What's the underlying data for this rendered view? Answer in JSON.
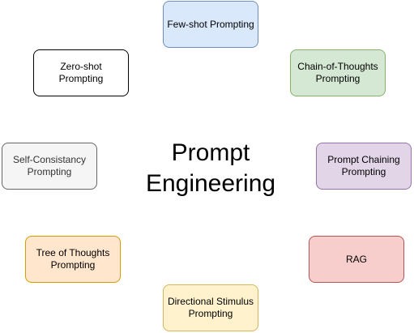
{
  "diagram": {
    "title_line1": "Prompt",
    "title_line2": "Engineering",
    "nodes": [
      {
        "id": "few-shot",
        "label": "Few-shot Prompting",
        "fill": "#dae8fc",
        "stroke": "#6c8ebf"
      },
      {
        "id": "zero-shot",
        "label": "Zero-shot Prompting",
        "fill": "#ffffff",
        "stroke": "#000000"
      },
      {
        "id": "chain",
        "label": "Chain-of-Thoughts Prompting",
        "fill": "#d5e8d4",
        "stroke": "#82b366"
      },
      {
        "id": "self",
        "label": "Self-Consistancy Prompting",
        "fill": "#f5f5f5",
        "stroke": "#666666",
        "text_color": "#333333"
      },
      {
        "id": "prompt-chain",
        "label": "Prompt Chaining Prompting",
        "fill": "#e1d5e7",
        "stroke": "#9673a6"
      },
      {
        "id": "tree",
        "label": "Tree of Thoughts Prompting",
        "fill": "#ffe6cc",
        "stroke": "#d79b00"
      },
      {
        "id": "rag",
        "label": "RAG",
        "fill": "#f8cecc",
        "stroke": "#b85450"
      },
      {
        "id": "directional",
        "label": "Directional Stimulus Prompting",
        "fill": "#fff2cc",
        "stroke": "#d6b656"
      }
    ]
  }
}
